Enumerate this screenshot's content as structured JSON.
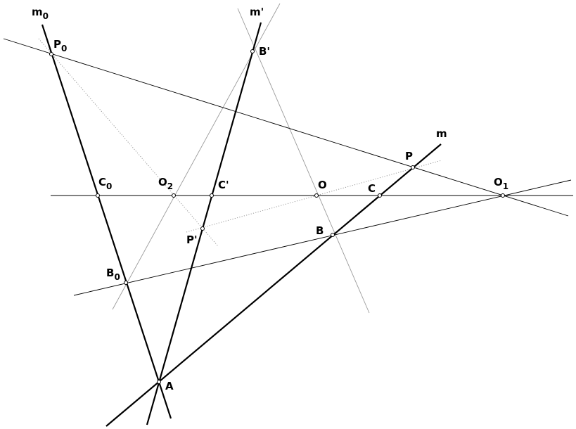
{
  "labels": {
    "m0": {
      "main": "m",
      "sub": "0"
    },
    "mp": {
      "main": "m'",
      "sub": ""
    },
    "m": {
      "main": "m",
      "sub": ""
    },
    "P0": {
      "main": "P",
      "sub": "0"
    },
    "Bp": {
      "main": "B'",
      "sub": ""
    },
    "P": {
      "main": "P",
      "sub": ""
    },
    "C0": {
      "main": "C",
      "sub": "0"
    },
    "O2": {
      "main": "O",
      "sub": "2"
    },
    "Cp": {
      "main": "C'",
      "sub": ""
    },
    "O": {
      "main": "O",
      "sub": ""
    },
    "C": {
      "main": "C",
      "sub": ""
    },
    "O1": {
      "main": "O",
      "sub": "1"
    },
    "Pp": {
      "main": "P'",
      "sub": ""
    },
    "B": {
      "main": "B",
      "sub": ""
    },
    "B0": {
      "main": "B",
      "sub": "0"
    },
    "A": {
      "main": "A",
      "sub": ""
    }
  },
  "colors": {
    "ink": "#000000",
    "construction": "#9a9a9a",
    "background": "#ffffff"
  }
}
